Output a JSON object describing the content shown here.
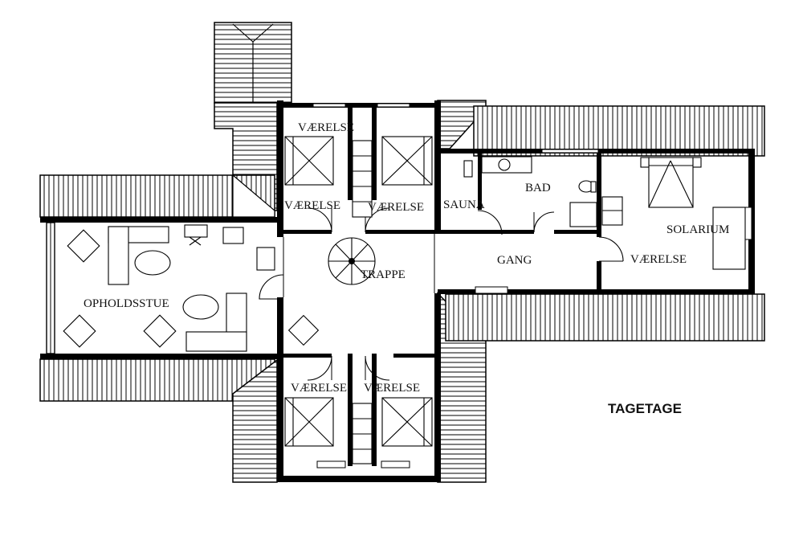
{
  "plan": {
    "title": "TAGETAGE",
    "rooms": {
      "vaerelse_top_left_upper": "VÆRELSE",
      "vaerelse_top_left": "VÆRELSE",
      "vaerelse_top_right": "VÆRELSE",
      "sauna": "SAUNA",
      "bad": "BAD",
      "solarium": "SOLARIUM",
      "gang": "GANG",
      "trappe": "TRAPPE",
      "vaerelse_east": "VÆRELSE",
      "opholdsstue": "OPHOLDSSTUE",
      "vaerelse_bottom_left": "VÆRELSE",
      "vaerelse_bottom_right": "VÆRELSE"
    }
  },
  "colors": {
    "line": "#000000",
    "background": "#ffffff"
  }
}
